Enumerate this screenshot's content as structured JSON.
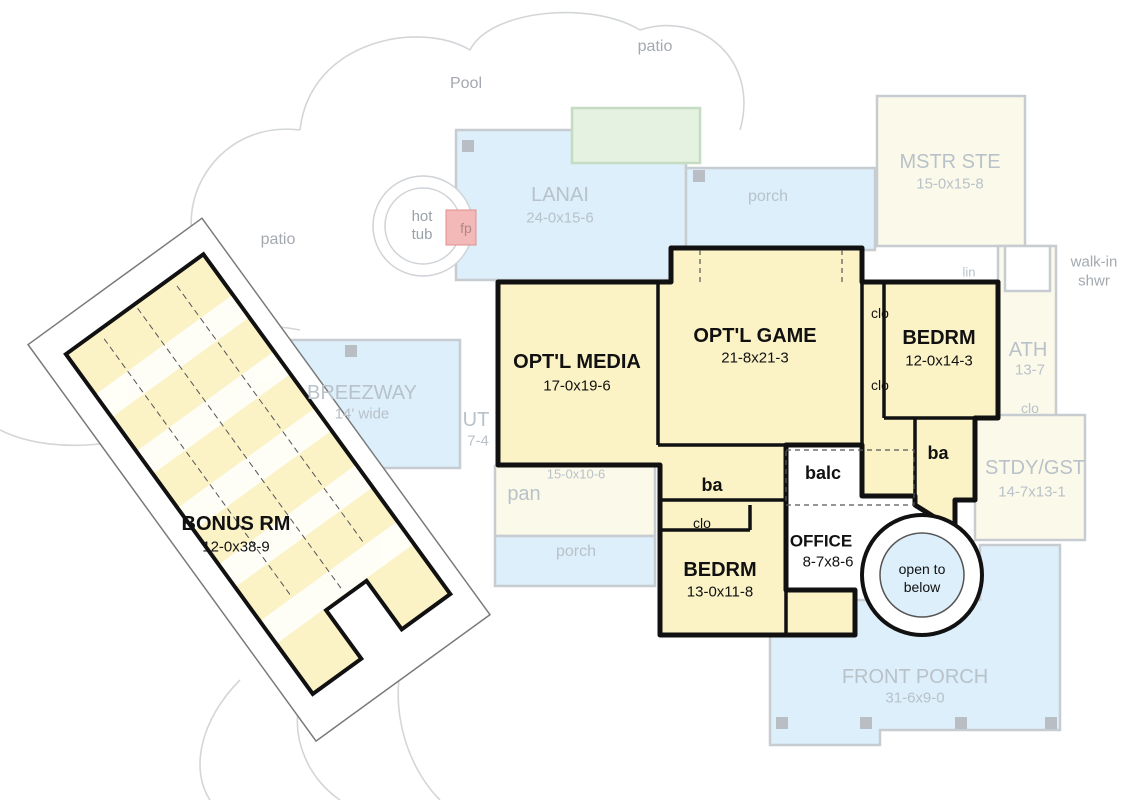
{
  "outdoor": {
    "patio_top": "patio",
    "pool": "Pool",
    "patio_left": "patio",
    "hot_tub": "hot\ntub",
    "fireplace": "fp",
    "walkin_shower": "walk-in\nshwr"
  },
  "lower_floor": {
    "lanai_title": "LANAI",
    "lanai_dim": "24-0x15-6",
    "porch_upper": "porch",
    "porch_lower": "porch",
    "breezeway_title": "BREEZWAY",
    "breezeway_dim": "14' wide",
    "master_title": "MSTR STE",
    "master_dim": "15-0x15-8",
    "lin": "lin",
    "bath_partial": "ATH",
    "bath_partial_dim": "13-7",
    "utility_partial": "UT",
    "utility_partial_dim": "7-4",
    "pantry_partial": "pan",
    "pantry_partial_dim": "15-0x10-6",
    "study_title": "STDY/GST",
    "study_dim": "14-7x13-1",
    "study_clo": "clo",
    "front_porch_title": "FRONT PORCH",
    "front_porch_dim": "31-6x9-0"
  },
  "upper_floor": {
    "media_title": "OPT'L MEDIA",
    "media_dim": "17-0x19-6",
    "game_title": "OPT'L GAME",
    "game_dim": "21-8x21-3",
    "bed1_title": "BEDRM",
    "bed1_dim": "12-0x14-3",
    "clo_upper": "clo",
    "clo_lower": "clo",
    "bath_right": "ba",
    "bath_left": "ba",
    "balcony": "balc",
    "bed2_clo": "clo",
    "bed2_title": "BEDRM",
    "bed2_dim": "13-0x11-8",
    "office_title": "OFFICE",
    "office_dim": "8-7x8-6",
    "open_below": "open to\nbelow",
    "bonus_title": "BONUS RM",
    "bonus_dim": "12-0x38-9"
  },
  "colors": {
    "upper_floor_fill": "#fbf3c6",
    "lower_floor_blue": "#dceffa",
    "lower_floor_cream": "#fbfaea",
    "wall": "#111111",
    "faint_text": "#b9c1c9",
    "site_line": "#d3d6d9",
    "fireplace": "#f3b8b8"
  }
}
